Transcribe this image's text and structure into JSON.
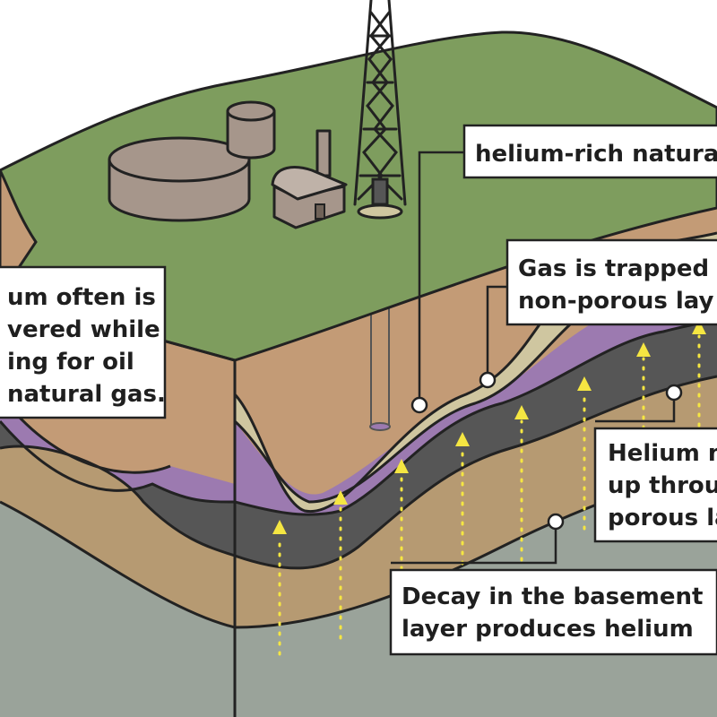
{
  "labels": {
    "helium_rich_gas": "helium-rich natura",
    "gas_trapped_line1": "Gas is trapped u",
    "gas_trapped_line2": "non-porous lay",
    "recovered_line1": "um often is",
    "recovered_line2": "vered while",
    "recovered_line3": "ing for oil",
    "recovered_line4": "natural gas.",
    "migrates_line1": "Helium m",
    "migrates_line2": "up throu",
    "migrates_line3": "porous la",
    "decay_line1": "Decay in the basement",
    "decay_line2": "layer produces helium"
  },
  "colors": {
    "surface": "#7e9d5e",
    "topsoil": "#c39b76",
    "trap_layer": "#cfc6a0",
    "gas_reservoir": "#9c7ab0",
    "dark_rock": "#565656",
    "porous_layer": "#b69a72",
    "basement": "#9aa39a",
    "tank": "#a6968b",
    "helium_arrows": "#f5e642"
  }
}
